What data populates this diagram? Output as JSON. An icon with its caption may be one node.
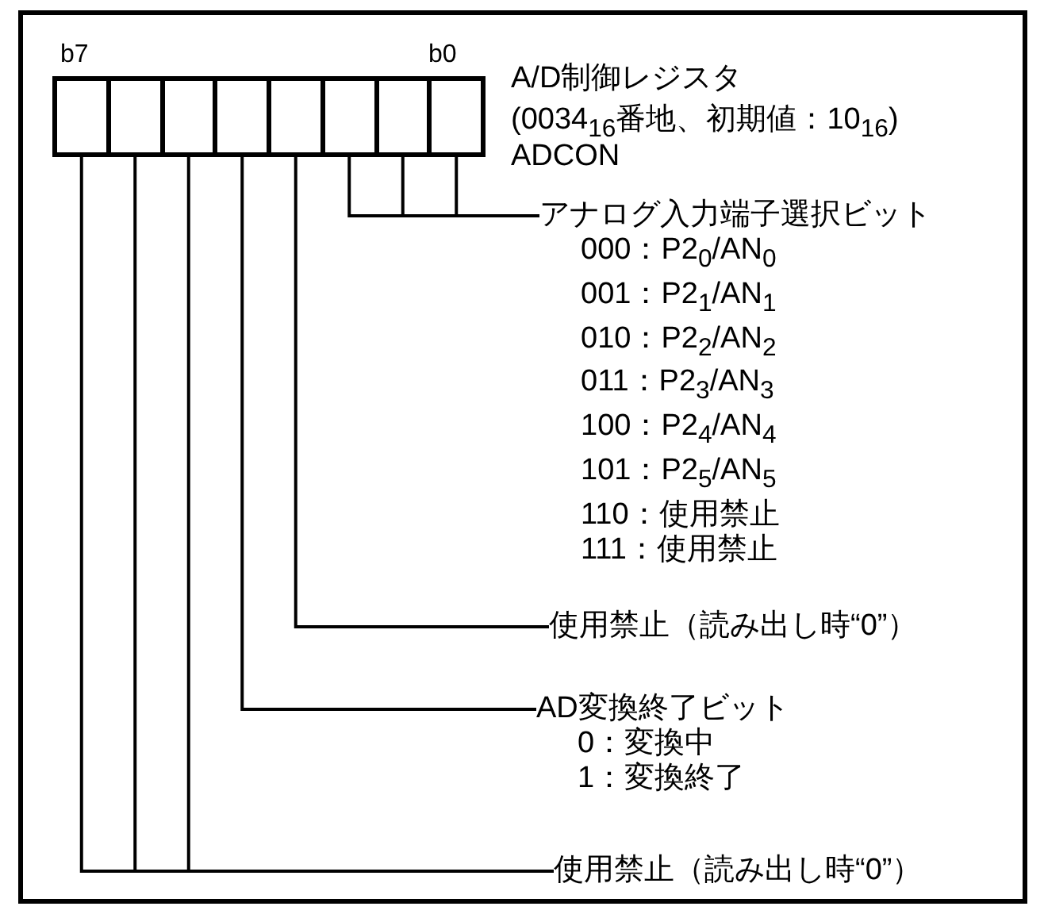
{
  "diagram": {
    "nodes": [
      {
        "text": [],
        "shape": "box"
      },
      {
        "text": [],
        "shape": "box"
      },
      {
        "text": [],
        "shape": "box"
      },
      {
        "text": [],
        "shape": "box"
      },
      {
        "text": [],
        "shape": "box"
      },
      {
        "text": [],
        "shape": "box"
      },
      {
        "text": [],
        "shape": "box"
      },
      {
        "text": [],
        "shape": "box"
      },
      {
        "text": [
          "アナログ入力端子選択ビット",
          "000：P2$_{0}$/AN$_{0}$",
          "001：P2$_{1}$/AN$_{1}$",
          "010：P2$_{2}$/AN$_{2}$",
          "011：P2$_{3}$/AN$_{3}$",
          "100：P2$_{4}$/AN$_{4}$",
          "101：P2$_{5}$/AN$_{5}$",
          "110：使用禁止",
          "111：使用禁止"
        ]
      },
      {
        "text": [
          "使用禁止（読み出し時“0”）"
        ]
      },
      {
        "text": [
          "AD変換終了ビット",
          "0：変換中",
          "1：変換終了"
        ]
      },
      {
        "text": [
          "使用禁止（読み出し時“0”）"
        ]
      }
    ],
    "edges": [
      {
        "from": 5,
        "to": 8,
        "arrow": "none"
      },
      {
        "from": 6,
        "to": 8,
        "arrow": "none"
      },
      {
        "from": 7,
        "to": 8,
        "arrow": "none"
      },
      {
        "from": 4,
        "to": 9,
        "arrow": "none"
      },
      {
        "from": 3,
        "to": 10,
        "arrow": "none"
      },
      {
        "from": 0,
        "to": 11,
        "arrow": "none"
      },
      {
        "from": 1,
        "to": 11,
        "arrow": "none"
      },
      {
        "from": 2,
        "to": 11,
        "arrow": "none"
      }
    ],
    "labels": [
      "b7",
      "b0",
      "A/D制御レジスタ",
      "(0034$_{16}$番地、初期値：10$_{16}$)",
      "ADCON"
    ]
  }
}
